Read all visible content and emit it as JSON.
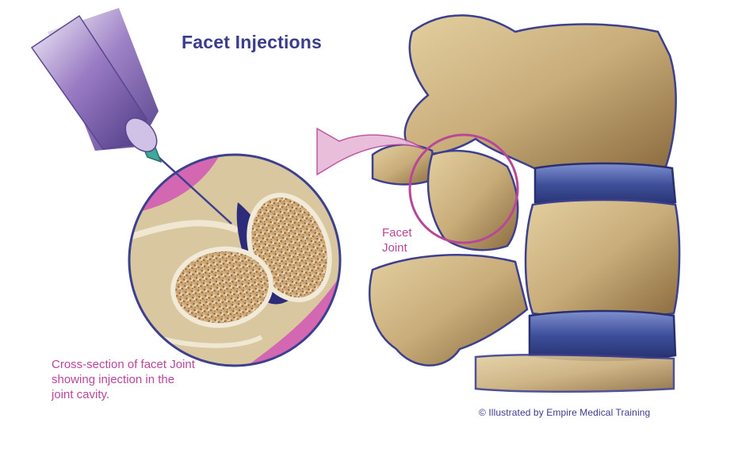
{
  "title": "Facet Injections",
  "labels": {
    "facet_joint": "Facet Joint",
    "caption": "Cross-section of facet Joint showing injection in the joint cavity.",
    "credit": "© Illustrated by Empire Medical Training"
  },
  "colors": {
    "title": "#3b3c8c",
    "accent_magenta": "#b8479a",
    "caption_text": "#b8479a",
    "credit_text": "#3b3c8c",
    "bone": "#c9ad7a",
    "bone_shadow": "#8a6b3e",
    "outline": "#3d3f8f",
    "disc": "#3d4f9a",
    "syringe": "#7a5aa8",
    "needle_tip": "#3fa89a"
  }
}
